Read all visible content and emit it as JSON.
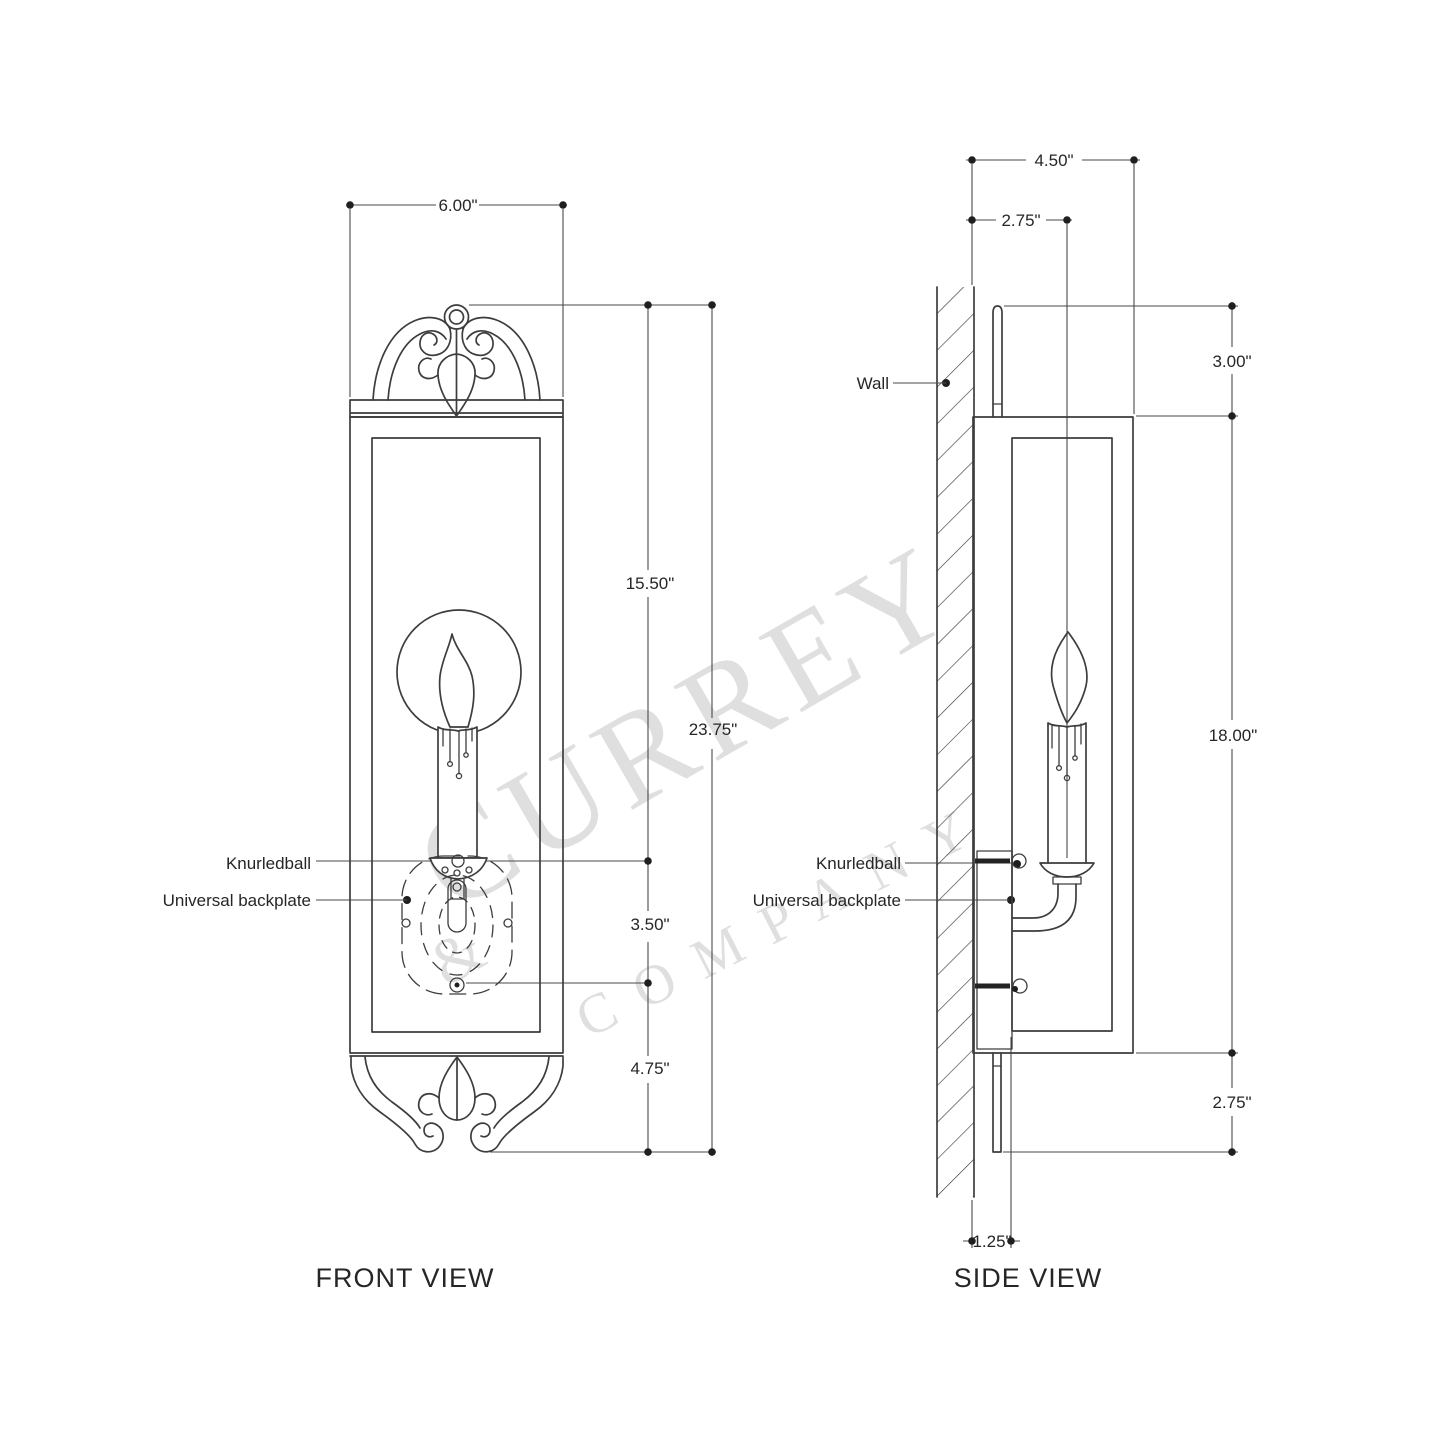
{
  "watermark": {
    "word1": "CURREY",
    "ampersand": "&",
    "word2": "COMPANY"
  },
  "front_view": {
    "title": "FRONT VIEW",
    "dimensions": {
      "width": "6.00\"",
      "top_to_ball": "15.50\"",
      "overall_height": "23.75\"",
      "ball_to_backplate": "3.50\"",
      "backplate_to_bottom": "4.75\""
    },
    "labels": {
      "knurled_ball": "Knurledball",
      "backplate": "Universal backplate"
    }
  },
  "side_view": {
    "title": "SIDE VIEW",
    "dimensions": {
      "depth": "4.50\"",
      "wall_to_candle": "2.75\"",
      "top_stem": "3.00\"",
      "body_height": "18.00\"",
      "bottom_stem": "2.75\"",
      "backplate_depth": "1.25\""
    },
    "labels": {
      "wall": "Wall",
      "knurled_ball": "Knurledball",
      "backplate": "Universal backplate"
    }
  },
  "colors": {
    "line": "#3d3d3d",
    "dimension": "#4a4a4a",
    "text": "#262626",
    "watermark": "#cdcdcd"
  }
}
